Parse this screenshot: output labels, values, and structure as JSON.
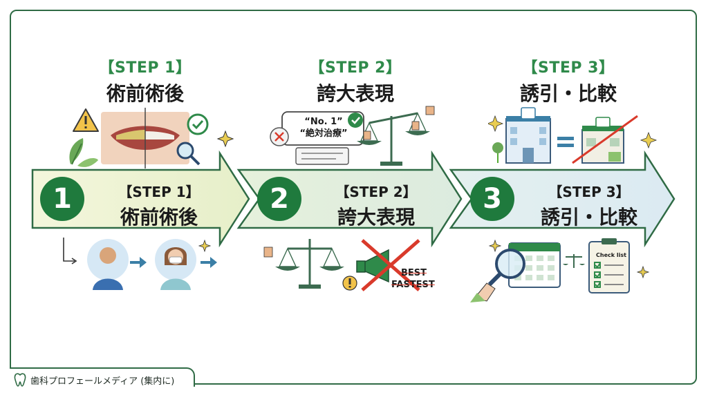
{
  "steps": [
    {
      "number": "1",
      "tag": "【STEP 1】",
      "title": "術前術後"
    },
    {
      "number": "2",
      "tag": "【STEP 2】",
      "title": "誇大表現"
    },
    {
      "number": "3",
      "tag": "【STEP 3】",
      "title": "誘引・比較"
    }
  ],
  "step2_illustration": {
    "speech_line1": "“No. 1”",
    "speech_line2": "“絶対治療”",
    "crossed_words": [
      "BEST",
      "FASTEST"
    ]
  },
  "step3_illustration": {
    "checklist_label": "Check list"
  },
  "footer": {
    "text": "歯科プロフェールメディア (集内に)"
  },
  "colors": {
    "frame": "#2f6b45",
    "accent": "#2f8a4a",
    "circle": "#1f7a3d",
    "warning": "#d93a2b"
  }
}
